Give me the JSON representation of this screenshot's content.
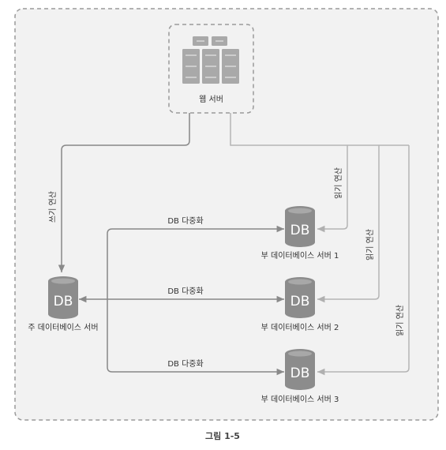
{
  "web_server": {
    "label": "웹 서버"
  },
  "primary_db": {
    "icon_text": "DB",
    "label": "주 데이터베이스 서버"
  },
  "replicas": [
    {
      "icon_text": "DB",
      "label": "부 데이터베이스 서버 1"
    },
    {
      "icon_text": "DB",
      "label": "부 데이터베이스 서버 2"
    },
    {
      "icon_text": "DB",
      "label": "부 데이터베이스 서버 3"
    }
  ],
  "operations": {
    "write": "쓰기 연산",
    "read_1": "읽기 연산",
    "read_2": "읽기 연산",
    "read_3": "읽기 연산"
  },
  "replication": [
    "DB 다중화",
    "DB 다중화",
    "DB 다중화"
  ],
  "caption": "그림 1-5",
  "colors": {
    "container_border": "#9a9a9a",
    "container_fill": "#f2f2f2",
    "db_icon": "#8c8c8c",
    "arrow_gray": "#888888",
    "arrow_light": "#b5b5b5"
  },
  "icons": {
    "web_server": "server-rack-icon",
    "database": "database-cylinder-icon"
  }
}
